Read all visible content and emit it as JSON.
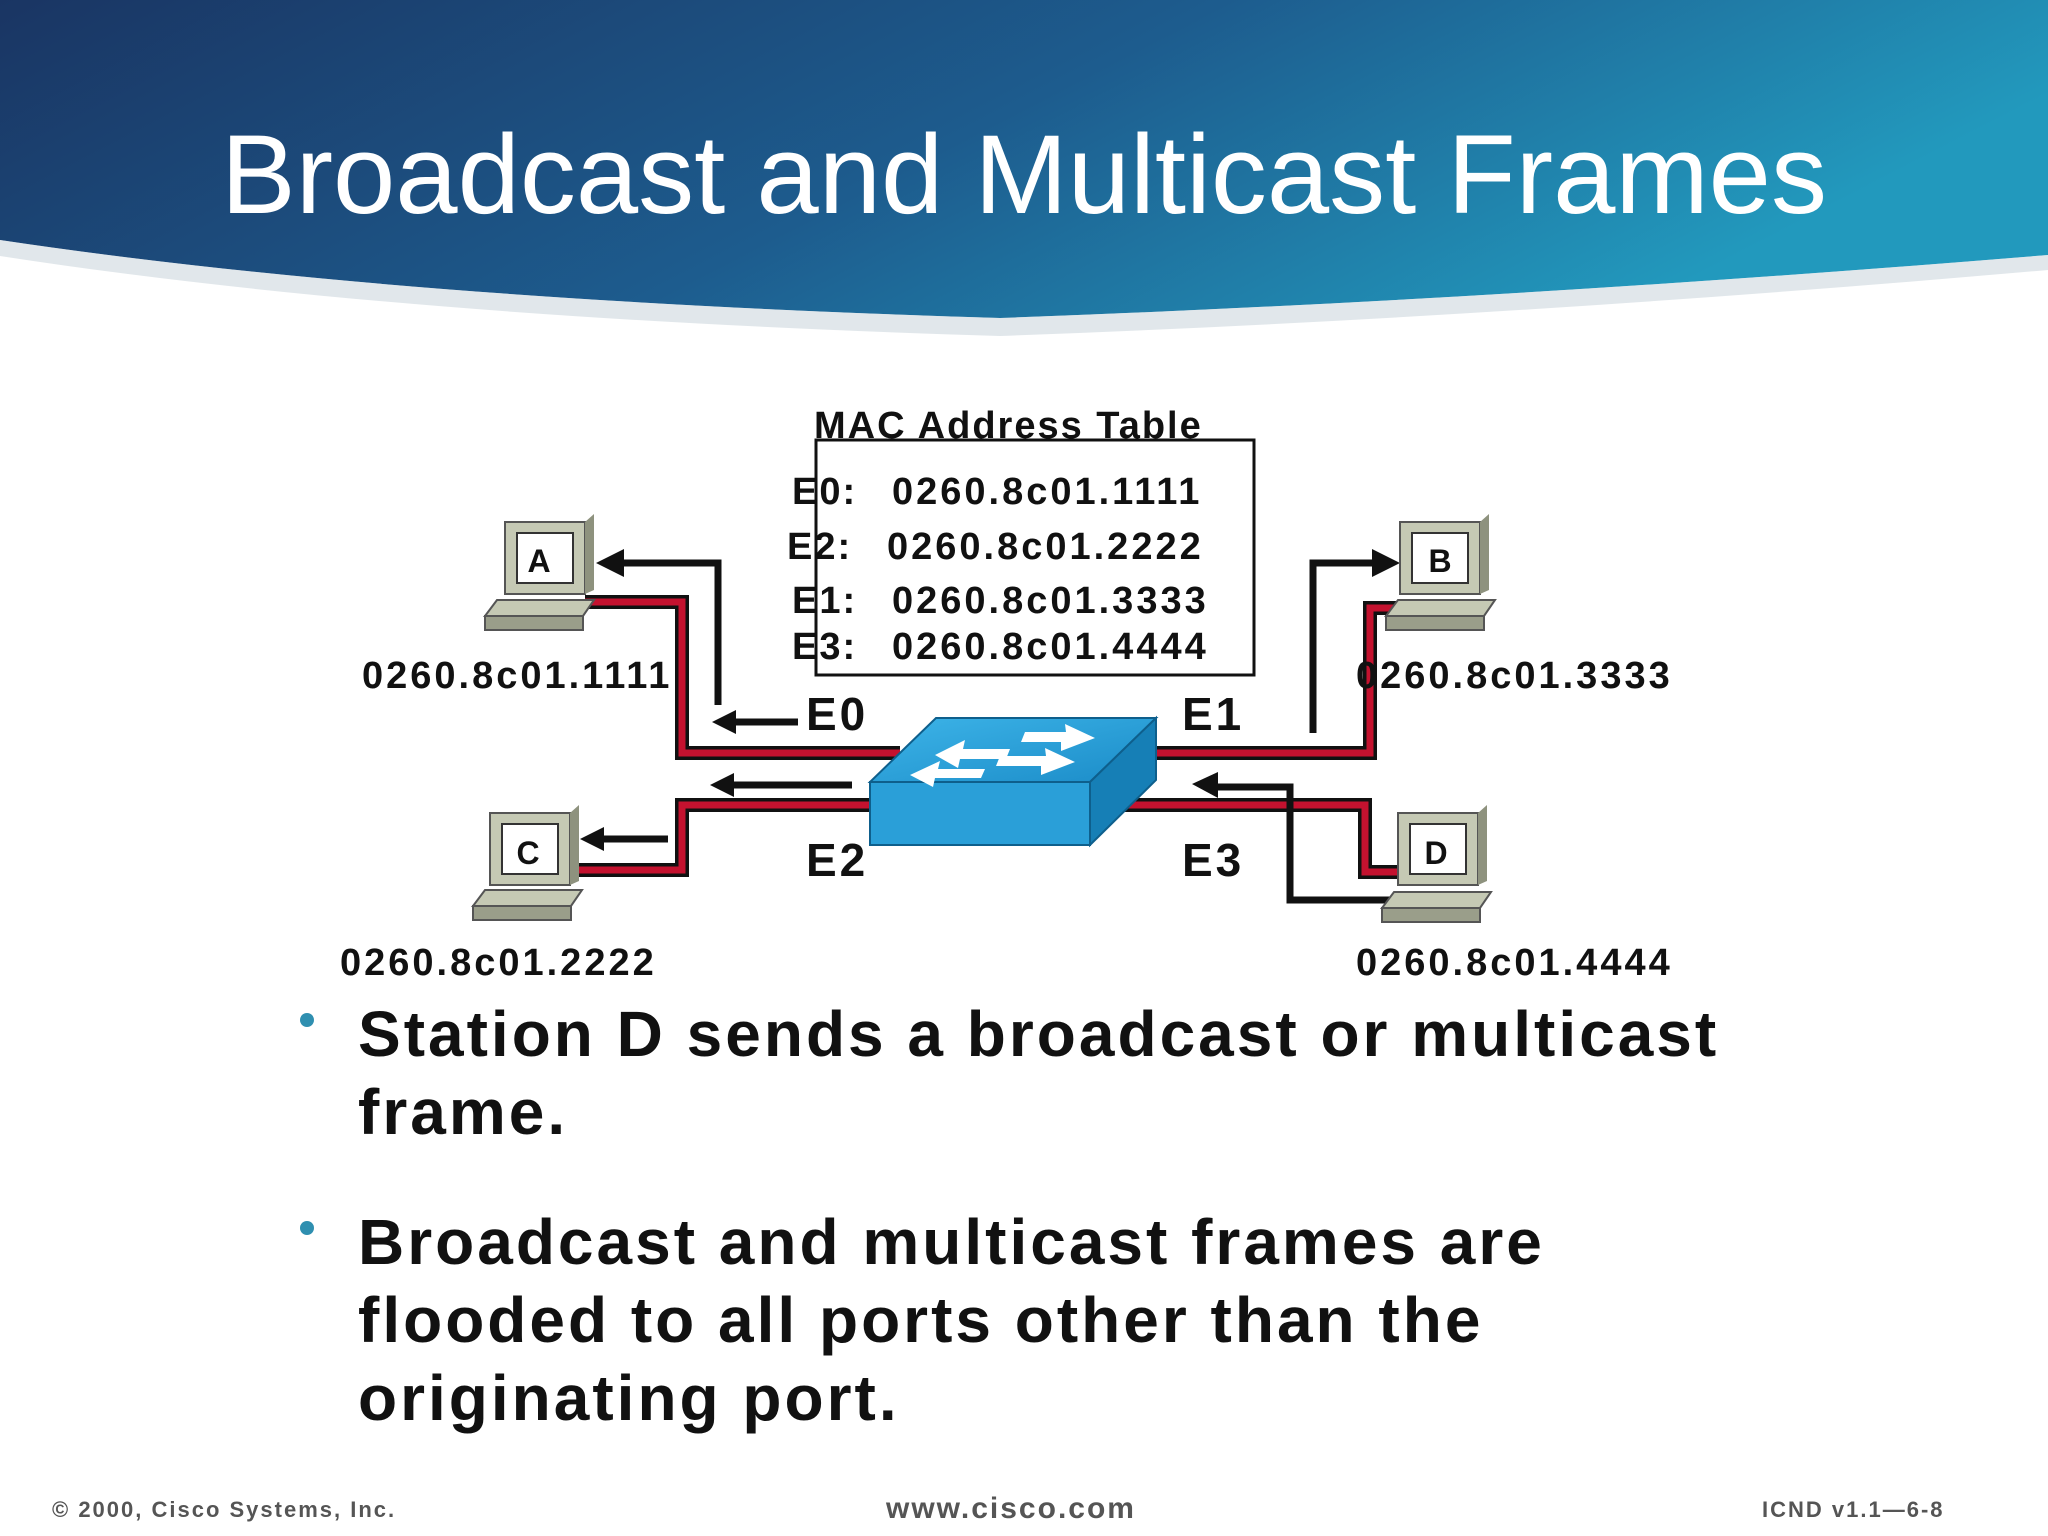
{
  "title": "Broadcast and Multicast Frames",
  "mac_table": {
    "heading": "MAC Address Table",
    "rows": [
      {
        "port": "E0:",
        "mac": "0260.8c01.1111"
      },
      {
        "port": "E2:",
        "mac": "0260.8c01.2222"
      },
      {
        "port": "E1:",
        "mac": "0260.8c01.3333"
      },
      {
        "port": "E3:",
        "mac": "0260.8c01.4444"
      }
    ]
  },
  "stations": {
    "a": {
      "label": "A",
      "mac": "0260.8c01.1111"
    },
    "b": {
      "label": "B",
      "mac": "0260.8c01.3333"
    },
    "c": {
      "label": "C",
      "mac": "0260.8c01.2222"
    },
    "d": {
      "label": "D",
      "mac": "0260.8c01.4444"
    }
  },
  "ports": {
    "e0": "E0",
    "e1": "E1",
    "e2": "E2",
    "e3": "E3"
  },
  "bullets": [
    [
      "Station D sends a broadcast or multicast",
      "frame."
    ],
    [
      "Broadcast and multicast frames are",
      "flooded to all ports other than the",
      "originating port."
    ]
  ],
  "footer": {
    "copyright": "© 2000, Cisco Systems, Inc.",
    "website": "www.cisco.com",
    "course": "ICND v1.1—6-8"
  },
  "colors": {
    "banner_dark": "#1b3a66",
    "banner_light": "#1e8fb4",
    "cable": "#c4122f",
    "switch": "#2a9fd8",
    "bullet": "#2f8fb0"
  }
}
